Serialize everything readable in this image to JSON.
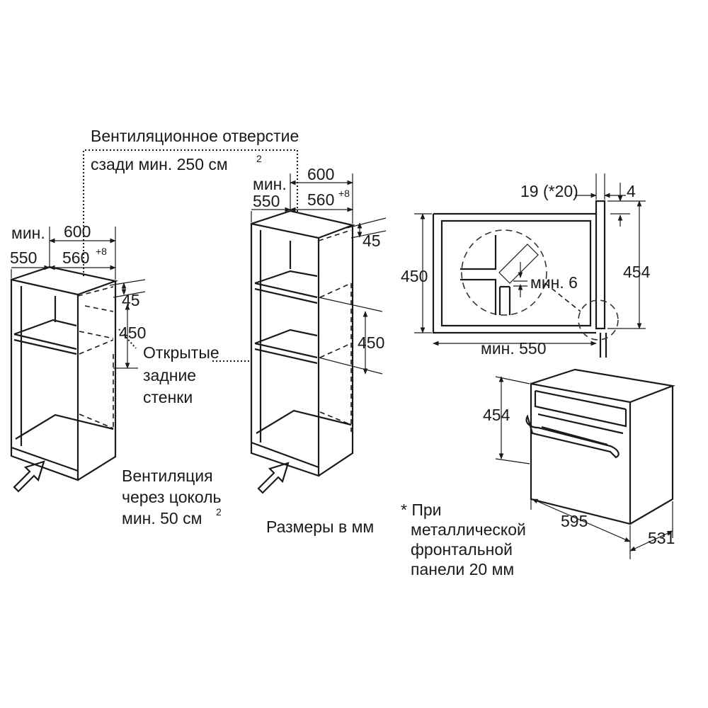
{
  "labels": {
    "vent_rear_line1": "Вентиляционное отверстие",
    "vent_rear_line2": "сзади мин. 250 см",
    "vent_rear_sup": "2",
    "min": "мин.",
    "d550": "550",
    "d600": "600",
    "d560": "560",
    "tol8": "+8",
    "d45": "45",
    "d450": "450",
    "open_back_1": "Открытые",
    "open_back_2": "задние",
    "open_back_3": "стенки",
    "vent_plinth_1": "Вентиляция",
    "vent_plinth_2": "через цоколь",
    "vent_plinth_3": "мин. 50 см",
    "vent_plinth_sup": "2",
    "units": "Размеры в мм",
    "d19": "19 (*20)",
    "d4": "4",
    "d454": "454",
    "min6": "мин. 6",
    "min550": "мин. 550",
    "d595": "595",
    "d531": "531",
    "note_1": "* При",
    "note_2": "металлической",
    "note_3": "фронтальной",
    "note_4": "панели 20 мм"
  },
  "icons": [
    "airflow-arrow-icon"
  ]
}
